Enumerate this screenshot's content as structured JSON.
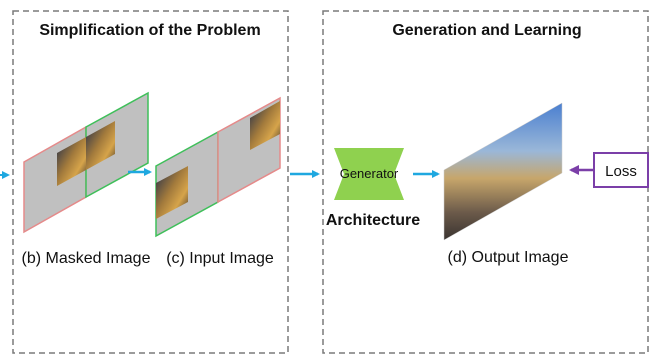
{
  "sections": {
    "left_title": "Simplification of the Problem",
    "right_title": "Generation and Learning"
  },
  "captions": {
    "masked": "(b) Masked Image",
    "input": "(c) Input Image",
    "output": "(d) Output Image"
  },
  "generator": {
    "label": "Generator",
    "caption": "Architecture",
    "color": "#8fd14f"
  },
  "loss": {
    "label": "Loss",
    "color": "#7b3fa8"
  },
  "colors": {
    "arrow": "#1fa8e0",
    "mask_fill": "#c0c0c0",
    "red_border": "#e58a8a",
    "green_border": "#3fbf5a",
    "section_border": "#7a7a7a"
  }
}
